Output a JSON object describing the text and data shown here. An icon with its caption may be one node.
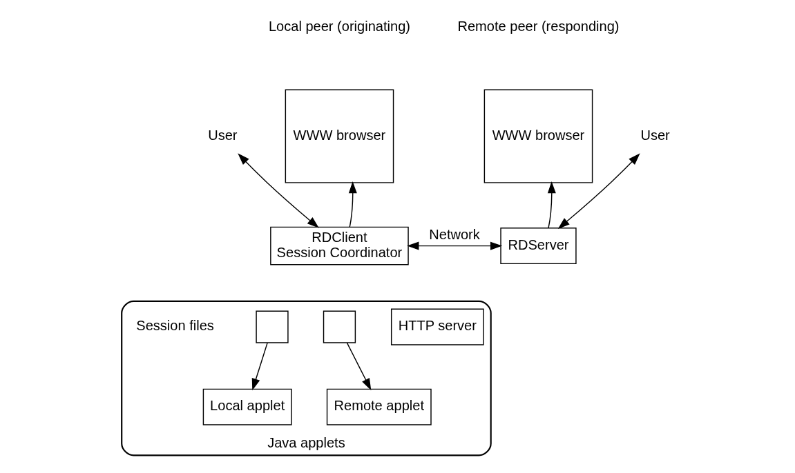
{
  "diagram": {
    "nodes": [
      {
        "text": [
          "User"
        ]
      },
      {
        "text": [
          "WWW browser"
        ]
      },
      {
        "text": [
          "RDClient",
          "Session Coordinator"
        ]
      },
      {
        "text": [
          "WWW browser"
        ]
      },
      {
        "text": [
          "RDServer"
        ]
      },
      {
        "text": [
          "User"
        ]
      },
      {
        "text": [
          "Java applets"
        ]
      },
      {
        "text": [],
        "shape": "box",
        "in": 6
      },
      {
        "text": [],
        "shape": "box",
        "in": 6
      },
      {
        "text": [
          "HTTP server"
        ],
        "in": 6
      },
      {
        "text": [
          "Local applet"
        ],
        "in": 6
      },
      {
        "text": [
          "Remote applet"
        ],
        "in": 6
      }
    ],
    "edges": [
      {
        "from": 0,
        "to": 2,
        "arrow": "both"
      },
      {
        "from": 2,
        "to": 1,
        "arrow": "to"
      },
      {
        "from": 2,
        "to": 4,
        "arrow": "both",
        "label": "Network"
      },
      {
        "from": 4,
        "to": 3,
        "arrow": "to"
      },
      {
        "from": 4,
        "to": 5,
        "arrow": "both"
      },
      {
        "from": 7,
        "to": 10,
        "arrow": "to"
      },
      {
        "from": 8,
        "to": 11,
        "arrow": "to"
      }
    ],
    "labels": [
      "Local peer (originating)",
      "Remote peer (responding)",
      "Session files"
    ]
  }
}
